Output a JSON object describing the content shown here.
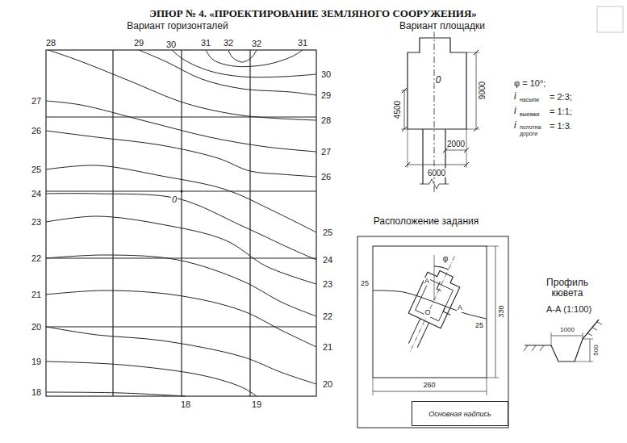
{
  "diagram": {
    "title": "ЭПЮР № 4. «ПРОЕКТИРОВАНИЕ ЗЕМЛЯНОГО СООРУЖЕНИЯ»",
    "nodes": [
      {
        "text": [
          "Основная надпись"
        ]
      }
    ],
    "labels": [
      "Вариант горизонталей",
      "Вариант площадки",
      "28",
      "29",
      "30",
      "31",
      "32",
      "32",
      "31",
      "30",
      "29",
      "28",
      "27",
      "26",
      "25",
      "24",
      "23",
      "22",
      "21",
      "20",
      "27",
      "26",
      "25",
      "24",
      "23",
      "22",
      "21",
      "20",
      "19",
      "18",
      "18",
      "19",
      "0",
      "0",
      "9000",
      "4500",
      "2000",
      "6000",
      "φ = 10°;",
      "i",
      "насыпи",
      "= 2:3;",
      "i",
      "выемки",
      "= 1:1;",
      "i",
      "полотна дороги",
      "= 1:3.",
      "Расположение задания",
      "φ",
      "25",
      "25",
      "330",
      "260",
      "A",
      "A",
      "O",
      "Профиль кювета",
      "А-А (1:100)",
      "1000",
      "500"
    ]
  }
}
